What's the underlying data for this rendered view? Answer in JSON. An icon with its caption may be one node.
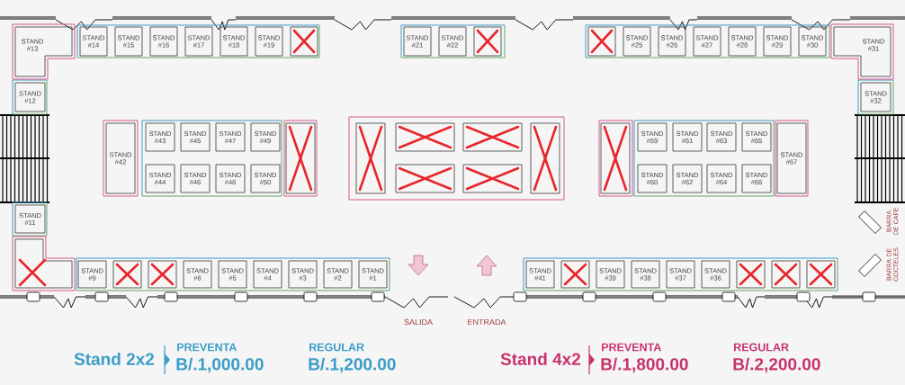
{
  "diagram": {
    "nodes": [
      {
        "text": [
          "STAND #13"
        ]
      },
      {
        "text": [
          "STAND #14"
        ]
      },
      {
        "text": [
          "STAND #15"
        ]
      },
      {
        "text": [
          "STAND #16"
        ]
      },
      {
        "text": [
          "STAND #17"
        ]
      },
      {
        "text": [
          "STAND #18"
        ]
      },
      {
        "text": [
          "STAND #19"
        ]
      },
      {
        "text": [],
        "shape": "box"
      },
      {
        "text": [
          "STAND #21"
        ]
      },
      {
        "text": [
          "STAND #22"
        ]
      },
      {
        "text": [],
        "shape": "box"
      },
      {
        "text": [],
        "shape": "box"
      },
      {
        "text": [
          "STAND #25"
        ]
      },
      {
        "text": [
          "STAND #26"
        ]
      },
      {
        "text": [
          "STAND #27"
        ]
      },
      {
        "text": [
          "STAND #28"
        ]
      },
      {
        "text": [
          "STAND #29"
        ]
      },
      {
        "text": [
          "STAND #30"
        ]
      },
      {
        "text": [
          "STAND #31"
        ]
      },
      {
        "text": [
          "STAND #12"
        ]
      },
      {
        "text": [
          "STAND #32"
        ]
      },
      {
        "text": [
          "STAND #42"
        ]
      },
      {
        "text": [
          "STAND #43"
        ]
      },
      {
        "text": [
          "STAND #45"
        ]
      },
      {
        "text": [
          "STAND #47"
        ]
      },
      {
        "text": [
          "STAND #49"
        ]
      },
      {
        "text": [],
        "shape": "box"
      },
      {
        "text": [],
        "shape": "box"
      },
      {
        "text": [],
        "shape": "box"
      },
      {
        "text": [],
        "shape": "box"
      },
      {
        "text": [],
        "shape": "box"
      },
      {
        "text": [],
        "shape": "box"
      },
      {
        "text": [
          "STAND #59"
        ]
      },
      {
        "text": [
          "STAND #61"
        ]
      },
      {
        "text": [
          "STAND #63"
        ]
      },
      {
        "text": [
          "STAND #65"
        ]
      },
      {
        "text": [
          "STAND #67"
        ]
      },
      {
        "text": [
          "STAND #44"
        ]
      },
      {
        "text": [
          "STAND #46"
        ]
      },
      {
        "text": [
          "STAND #48"
        ]
      },
      {
        "text": [
          "STAND #50"
        ]
      },
      {
        "text": [],
        "shape": "box"
      },
      {
        "text": [],
        "shape": "box"
      },
      {
        "text": [
          "STAND #60"
        ]
      },
      {
        "text": [
          "STAND #62"
        ]
      },
      {
        "text": [
          "STAND #64"
        ]
      },
      {
        "text": [
          "STAND #66"
        ]
      },
      {
        "text": [
          "STAND #11"
        ]
      },
      {
        "text": [],
        "shape": "box"
      },
      {
        "text": [
          "STAND #9"
        ]
      },
      {
        "text": [],
        "shape": "box"
      },
      {
        "text": [],
        "shape": "box"
      },
      {
        "text": [
          "STAND #6"
        ]
      },
      {
        "text": [
          "STAND #5"
        ]
      },
      {
        "text": [
          "STAND #4"
        ]
      },
      {
        "text": [
          "STAND #3"
        ]
      },
      {
        "text": [
          "STAND #2"
        ]
      },
      {
        "text": [
          "STAND #1"
        ]
      },
      {
        "text": [
          "STAND #41"
        ]
      },
      {
        "text": [],
        "shape": "box"
      },
      {
        "text": [
          "STAND #39"
        ]
      },
      {
        "text": [
          "STAND #38"
        ]
      },
      {
        "text": [
          "STAND #37"
        ]
      },
      {
        "text": [
          "STAND #36"
        ]
      },
      {
        "text": [],
        "shape": "box"
      },
      {
        "text": [],
        "shape": "box"
      },
      {
        "text": [],
        "shape": "box"
      }
    ],
    "labels": [
      "SALIDA",
      "ENTRADA",
      "BARRA DE CAFE",
      "BARRA DE COCTELES",
      "Stand 2x2",
      "PREVENTA",
      "B/.1,000.00",
      "REGULAR",
      "B/.1,200.00",
      "Stand 4x2",
      "PREVENTA",
      "B/.1,800.00",
      "REGULAR",
      "B/.2,200.00"
    ]
  }
}
